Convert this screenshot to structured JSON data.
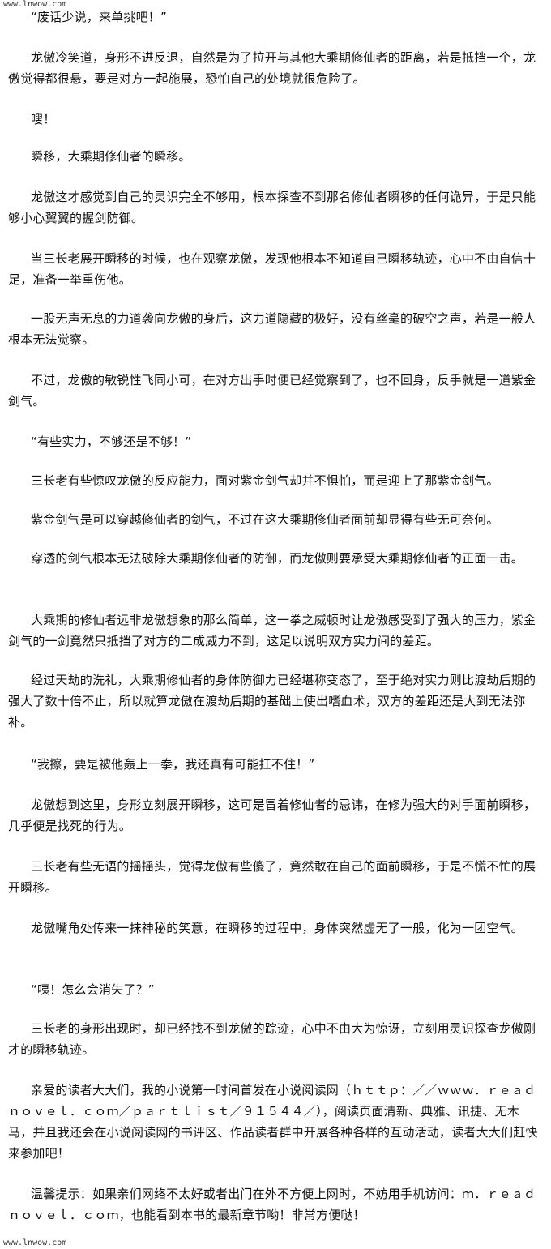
{
  "watermark_top": "www.lnwow.com",
  "watermark_bottom": "www.lnwow.com",
  "paragraphs": [
    "“废话少说，来单挑吧！”",
    "龙傲冷笑道，身形不进反退，自然是为了拉开与其他大乘期修仙者的距离，若是抵挡一个，龙傲觉得都很悬，要是对方一起施展，恐怕自己的处境就很危险了。",
    "嗖！",
    "瞬移，大乘期修仙者的瞬移。",
    "龙傲这才感觉到自己的灵识完全不够用，根本探查不到那名修仙者瞬移的任何诡异，于是只能够小心翼翼的握剑防御。",
    "当三长老展开瞬移的时候，也在观察龙傲，发现他根本不知道自己瞬移轨迹，心中不由自信十足，准备一举重伤他。",
    "一股无声无息的力道袭向龙傲的身后，这力道隐藏的极好，没有丝毫的破空之声，若是一般人根本无法觉察。",
    "不过，龙傲的敏锐性飞同小可，在对方出手时便已经觉察到了，也不回身，反手就是一道紫金剑气。",
    "“有些实力，不够还是不够！”",
    "三长老有些惊叹龙傲的反应能力，面对紫金剑气却并不惧怕，而是迎上了那紫金剑气。",
    "紫金剑气是可以穿越修仙者的剑气，不过在这大乘期修仙者面前却显得有些无可奈何。",
    "穿透的剑气根本无法破除大乘期修仙者的防御，而龙傲则要承受大乘期修仙者的正面一击。",
    "大乘期的修仙者远非龙傲想象的那么简单，这一拳之威顿时让龙傲感受到了强大的压力，紫金剑气的一剑竟然只抵挡了对方的二成威力不到，这足以说明双方实力间的差距。",
    "经过天劫的洗礼，大乘期修仙者的身体防御力已经堪称变态了，至于绝对实力则比渡劫后期的强大了数十倍不止，所以就算龙傲在渡劫后期的基础上使出嗜血术，双方的差距还是大到无法弥补。",
    "“我擦，要是被他轰上一拳，我还真有可能扛不住！”",
    "龙傲想到这里，身形立刻展开瞬移，这可是冒着修仙者的忌讳，在修为强大的对手面前瞬移，几乎便是找死的行为。",
    "三长老有些无语的摇摇头，觉得龙傲有些傻了，竟然敢在自己的面前瞬移，于是不慌不忙的展开瞬移。",
    "龙傲嘴角处传来一抹神秘的笑意，在瞬移的过程中，身体突然虚无了一般，化为一团空气。",
    "“咦！怎么会消失了？”",
    "三长老的身形出现时，却已经找不到龙傲的踪迹，心中不由大为惊讶，立刻用灵识探查龙傲刚才的瞬移轨迹。",
    "亲爱的读者大大们，我的小说第一时间首发在小说阅读网（ｈｔｔｐ：／／ｗｗｗ．ｒｅａｄｎｏｖｅｌ．ｃｏｍ／ｐａｒｔｌｉｓｔ／９１５４４／），阅读页面清新、典雅、讯捷、无木马，并且我还会在小说阅读网的书评区、作品读者群中开展各种各样的互动活动，读者大大们赶快来参加吧！",
    "温馨提示：如果亲们网络不太好或者出门在外不方便上网时，不妨用手机访问：ｍ．ｒｅａｄｎｏｖｅｌ．ｃｏｍ，也能看到本书的最新章节哟！非常方便哒！"
  ]
}
